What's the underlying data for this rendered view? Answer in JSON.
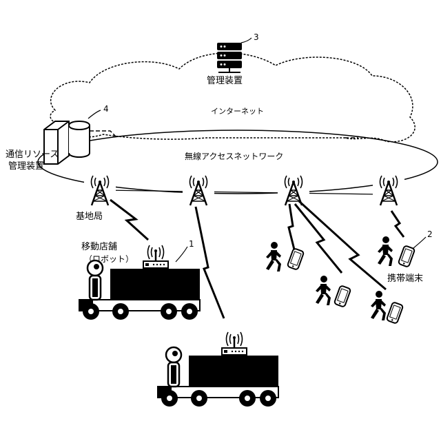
{
  "labels": {
    "server_ref": "3",
    "server_label": "管理装置",
    "internet": "インターネット",
    "resource_ref": "4",
    "resource_label_line1": "通信リソース",
    "resource_label_line2": "管理装置",
    "wireless": "無線アクセスネットワーク",
    "base_station": "基地局",
    "store_ref": "1",
    "store_label_line1": "移動店舗",
    "store_label_line2": "（ロボット）",
    "terminal_ref": "2",
    "terminal_label": "携帯端末"
  },
  "icons": {
    "server": "server-rack-icon",
    "resource": "database-icon",
    "tower": "antenna-tower-icon",
    "truck": "robot-truck-icon",
    "person": "walking-person-icon",
    "phone": "mobile-phone-icon",
    "lightning": "wireless-link-icon"
  }
}
